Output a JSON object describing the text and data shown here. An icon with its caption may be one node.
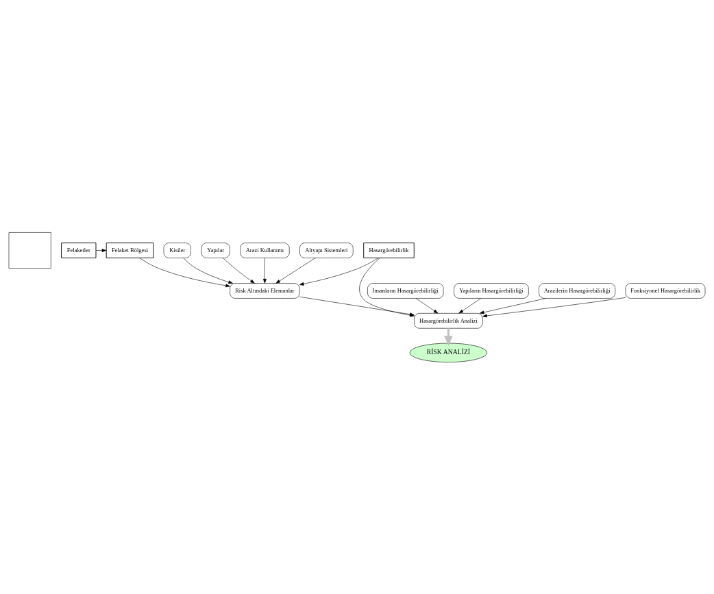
{
  "diagram": {
    "nodes": [
      {
        "text": [],
        "shape": "box"
      },
      {
        "text": [
          "Felaketler"
        ]
      },
      {
        "text": [
          "Felaket Bölgesi"
        ]
      },
      {
        "text": [
          "Kisiler"
        ]
      },
      {
        "text": [
          "Yapılar"
        ]
      },
      {
        "text": [
          "Arazi Kullanımı"
        ]
      },
      {
        "text": [
          "Altyapı Sistemleri"
        ]
      },
      {
        "text": [
          "Risk Altındaki Elemanlar"
        ]
      },
      {
        "text": [
          "Hasargörebilirlik"
        ]
      },
      {
        "text": [
          "İnsanların Hasargörebilirliği"
        ]
      },
      {
        "text": [
          "Yapıların Hasargörebilirliği"
        ]
      },
      {
        "text": [
          "Hasargörebilirlik Analizi"
        ]
      },
      {
        "text": [
          "Arazilerin Hasargörebilirliği"
        ]
      },
      {
        "text": [
          "Fonksiyonel Hasargörebilirlik"
        ]
      },
      {
        "text": [
          "RİSK ANALİZİ"
        ]
      }
    ],
    "edges": [
      {
        "from": 1,
        "to": 2,
        "arrow": "to"
      },
      {
        "from": 2,
        "to": 7,
        "arrow": "to"
      },
      {
        "from": 3,
        "to": 7,
        "arrow": "to"
      },
      {
        "from": 4,
        "to": 7,
        "arrow": "to"
      },
      {
        "from": 5,
        "to": 7,
        "arrow": "to"
      },
      {
        "from": 6,
        "to": 7,
        "arrow": "to"
      },
      {
        "from": 8,
        "to": 7,
        "arrow": "to"
      },
      {
        "from": 8,
        "to": 11,
        "arrow": "to"
      },
      {
        "from": 7,
        "to": 11,
        "arrow": "to"
      },
      {
        "from": 9,
        "to": 11,
        "arrow": "to"
      },
      {
        "from": 10,
        "to": 11,
        "arrow": "to"
      },
      {
        "from": 12,
        "to": 11,
        "arrow": "to"
      },
      {
        "from": 13,
        "to": 11,
        "arrow": "to"
      },
      {
        "from": 11,
        "to": 14,
        "arrow": "to",
        "style": "thick",
        "color": "#c0c0c0"
      }
    ]
  }
}
